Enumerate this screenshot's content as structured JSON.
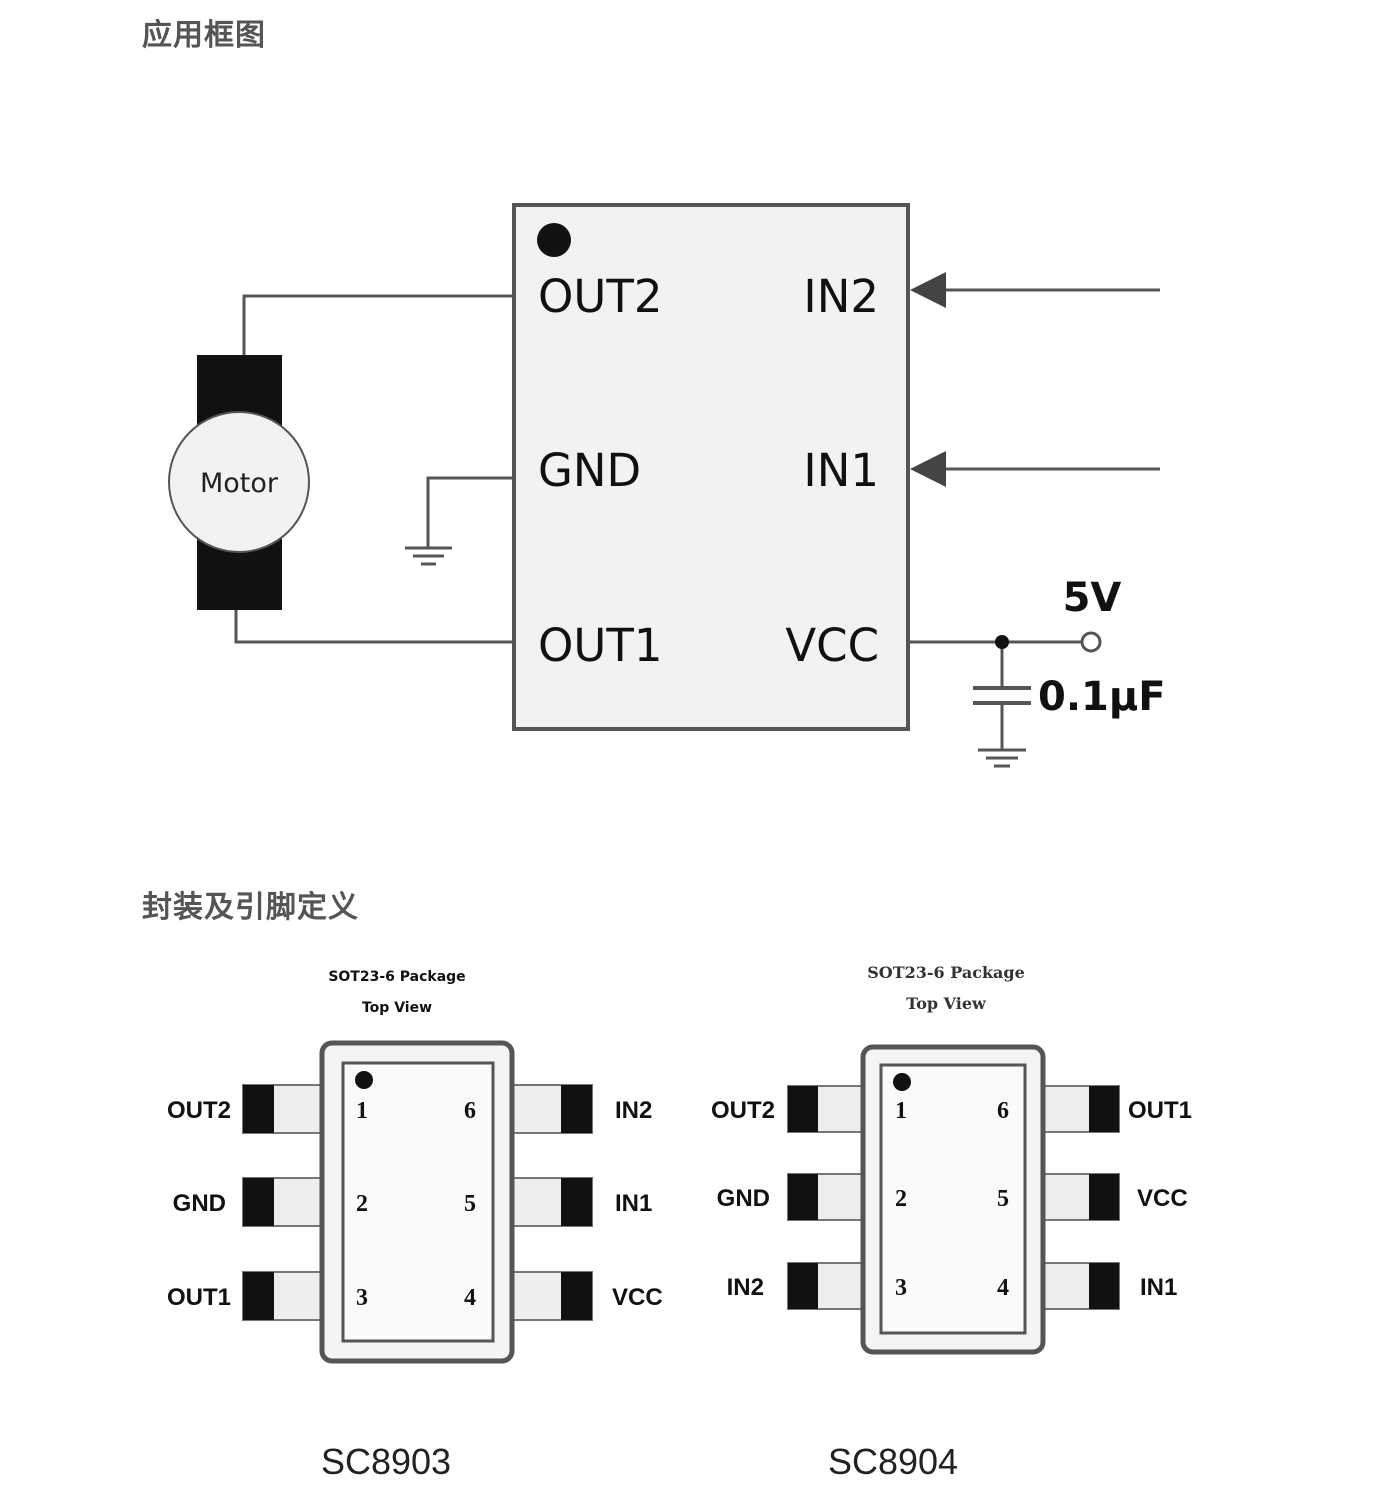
{
  "sections": {
    "application_title": "应用框图",
    "package_title": "封装及引脚定义"
  },
  "application": {
    "motor_label": "Motor",
    "ic_pins_left": [
      "OUT2",
      "GND",
      "OUT1"
    ],
    "ic_pins_right": [
      "IN2",
      "IN1",
      "VCC"
    ],
    "supply_label": "5V",
    "cap_label": "0.1µF"
  },
  "packages": [
    {
      "header_line1": "SOT23-6 Package",
      "header_line2": "Top View",
      "left_pins": [
        {
          "name": "OUT2",
          "num": "1"
        },
        {
          "name": "GND",
          "num": "2"
        },
        {
          "name": "OUT1",
          "num": "3"
        }
      ],
      "right_pins": [
        {
          "name": "IN2",
          "num": "6"
        },
        {
          "name": "IN1",
          "num": "5"
        },
        {
          "name": "VCC",
          "num": "4"
        }
      ],
      "part": "SC8903"
    },
    {
      "header_line1": "SOT23-6 Package",
      "header_line2": "Top View",
      "left_pins": [
        {
          "name": "OUT2",
          "num": "1"
        },
        {
          "name": "GND",
          "num": "2"
        },
        {
          "name": "IN2",
          "num": "3"
        }
      ],
      "right_pins": [
        {
          "name": "OUT1",
          "num": "6"
        },
        {
          "name": "VCC",
          "num": "5"
        },
        {
          "name": "IN1",
          "num": "4"
        }
      ],
      "part": "SC8904"
    }
  ]
}
